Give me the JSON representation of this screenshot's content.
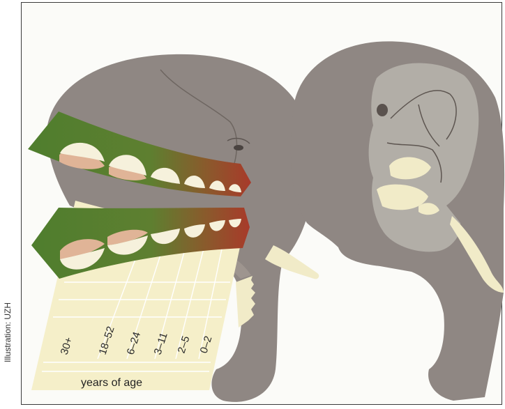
{
  "credit": "Illustration: UZH",
  "axis_caption": "years of age",
  "age_groups": [
    "30+",
    "18–52",
    "6–24",
    "3–11",
    "2–5",
    "0–2"
  ],
  "colors": {
    "elephant_skin": "#8f8783",
    "skull_bone": "#b2aea7",
    "tusk": "#f1ebc8",
    "chart_band": "#f5efc9",
    "tooth_band_green": "#4f7e2e",
    "tooth_band_red": "#a83a2a",
    "tooth_enamel": "#f6f1dc",
    "tooth_root": "#e0b497"
  }
}
